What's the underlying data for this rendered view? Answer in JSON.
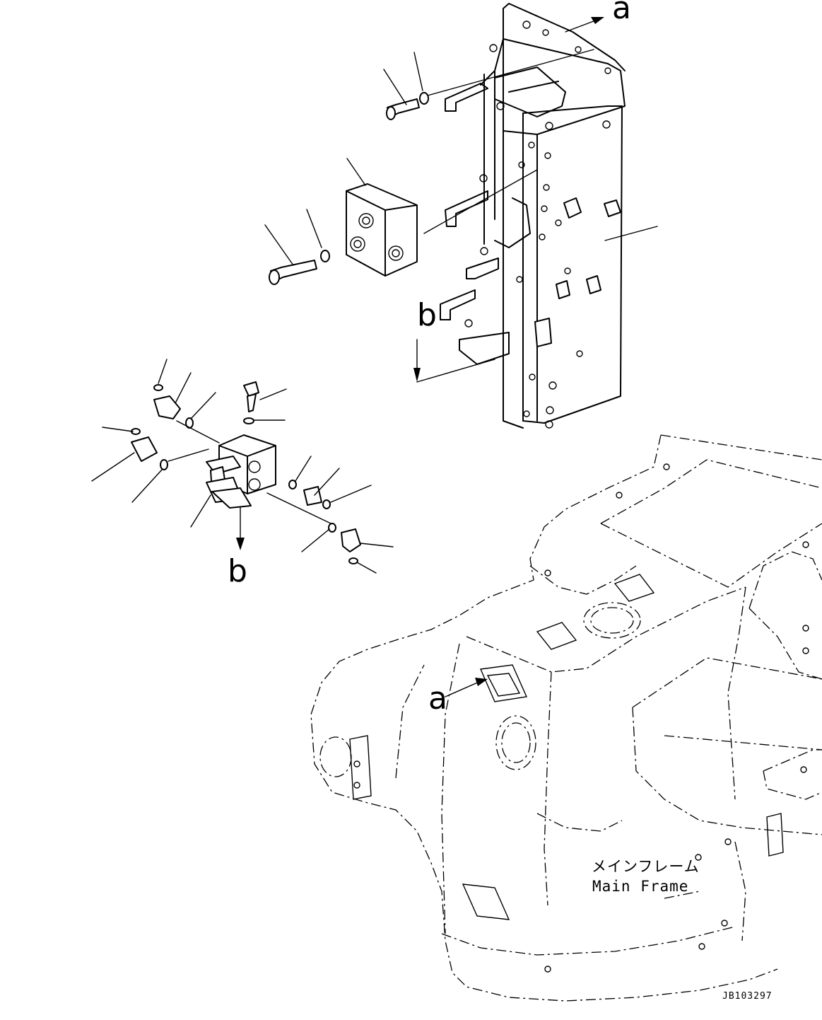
{
  "labels": {
    "a": "a",
    "b": "b"
  },
  "main_frame": {
    "jp": "メインフレーム",
    "en": "Main Frame"
  },
  "drawing_code": "JB103297"
}
